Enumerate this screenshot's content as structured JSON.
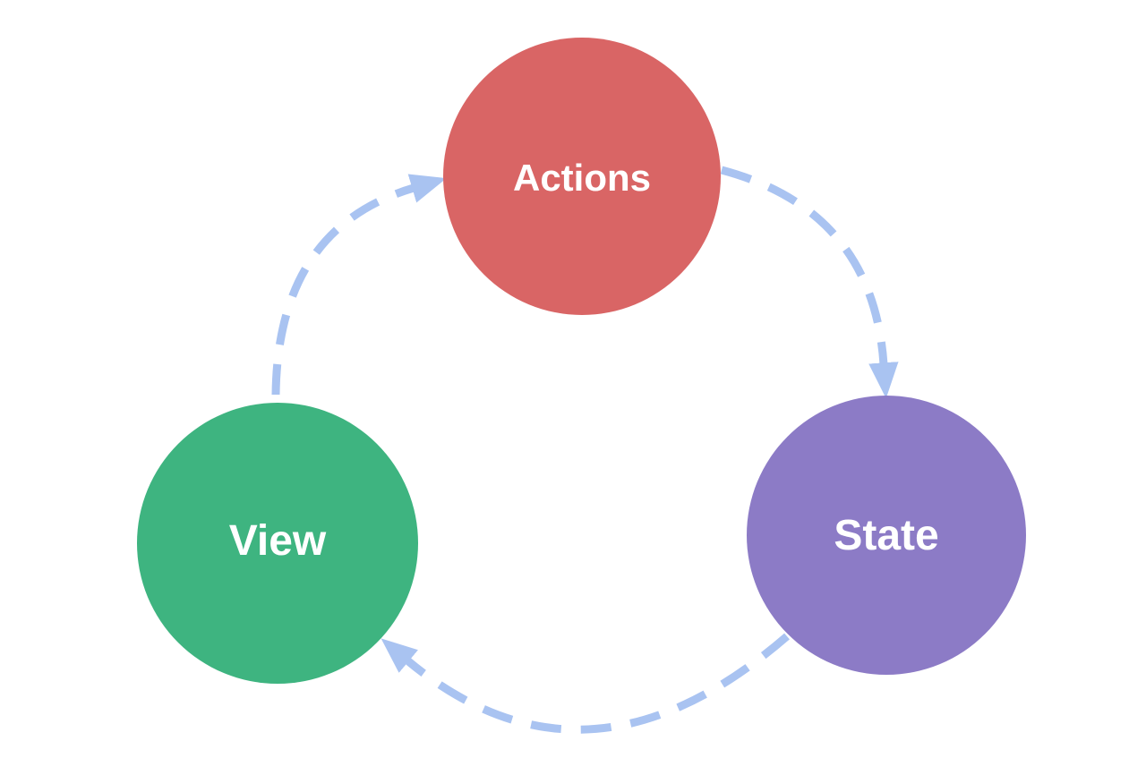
{
  "diagram": {
    "type": "cycle-flow",
    "description": "One-way data flow cycle",
    "background_color": "#ffffff",
    "arrow_color": "#a9c3f1",
    "label_color": "#ffffff",
    "nodes": [
      {
        "id": "actions",
        "label": "Actions",
        "color": "#d96565",
        "position": "top-center"
      },
      {
        "id": "view",
        "label": "View",
        "color": "#3eb480",
        "position": "bottom-left"
      },
      {
        "id": "state",
        "label": "State",
        "color": "#8c7bc6",
        "position": "bottom-right"
      }
    ],
    "edges": [
      {
        "from": "View",
        "to": "Actions",
        "style": "dashed-arc-arrow"
      },
      {
        "from": "Actions",
        "to": "State",
        "style": "dashed-arc-arrow"
      },
      {
        "from": "State",
        "to": "View",
        "style": "dashed-arc-arrow"
      }
    ]
  }
}
